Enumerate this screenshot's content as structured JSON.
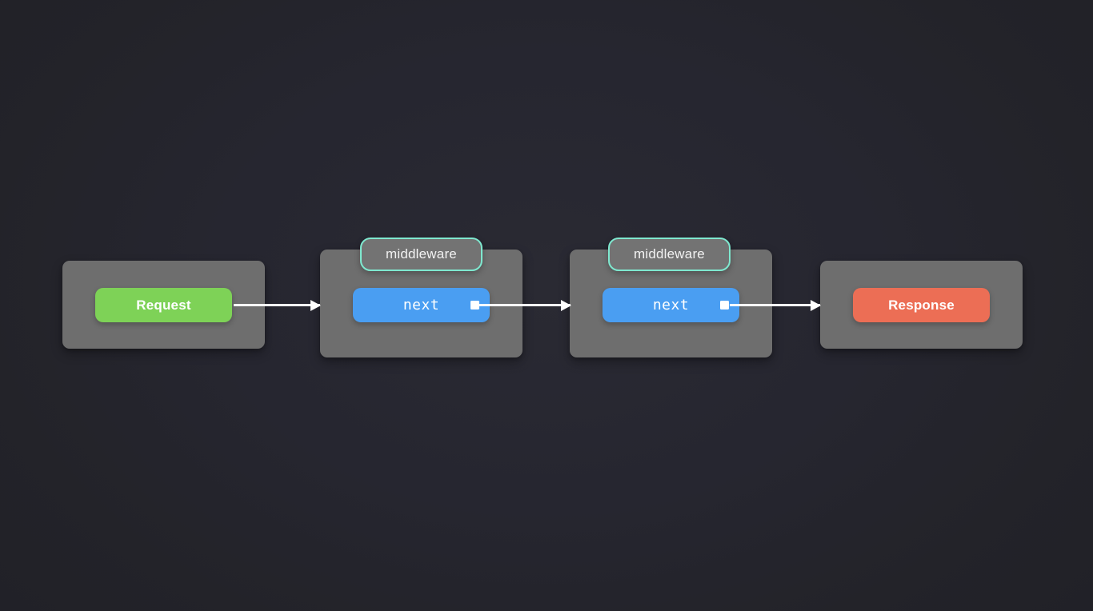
{
  "diagram": {
    "title": "middleware-pipeline",
    "background_color": "#24242c",
    "container_color": "#6e6e6e",
    "accent_mint": "#7fe8cf",
    "stages": [
      {
        "id": "request",
        "kind": "endpoint",
        "pill_label": "Request",
        "pill_color": "#7ed257",
        "label": ""
      },
      {
        "id": "middleware-1",
        "kind": "middleware",
        "label": "middleware",
        "pill_label": "next",
        "pill_color": "#4a9ef2",
        "handle": "connector-handle"
      },
      {
        "id": "middleware-2",
        "kind": "middleware",
        "label": "middleware",
        "pill_label": "next",
        "pill_color": "#4a9ef2",
        "handle": "connector-handle"
      },
      {
        "id": "response",
        "kind": "endpoint",
        "pill_label": "Response",
        "pill_color": "#ec6e55",
        "label": ""
      }
    ],
    "connections": [
      {
        "from": "request",
        "to": "middleware-1",
        "style": "arrow"
      },
      {
        "from": "middleware-1",
        "to": "middleware-2",
        "style": "arrow"
      },
      {
        "from": "middleware-2",
        "to": "response",
        "style": "arrow"
      }
    ]
  }
}
